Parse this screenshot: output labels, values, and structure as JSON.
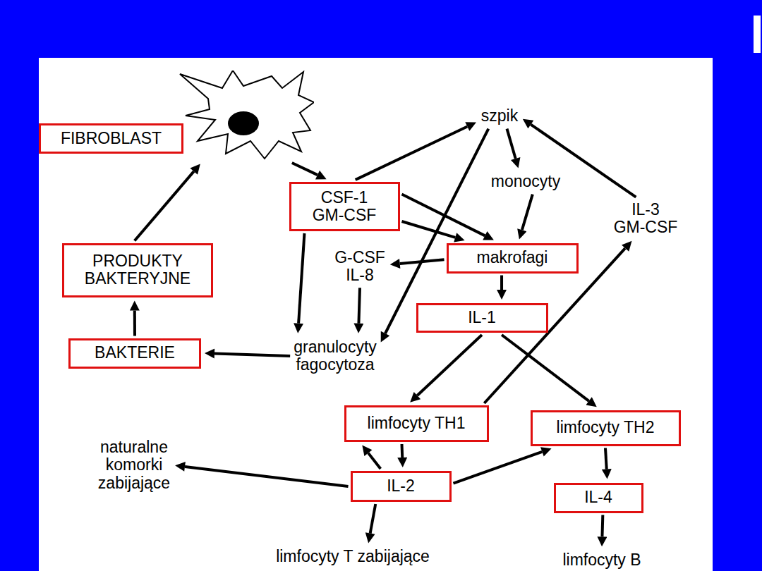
{
  "diagram": {
    "nodes": [
      {
        "text": [
          "FIBROBLAST"
        ]
      },
      {
        "text": [
          "szpik"
        ]
      },
      {
        "text": [
          "CSF-1 GM-CSF"
        ]
      },
      {
        "text": [
          "monocyty"
        ]
      },
      {
        "text": [
          "IL-3 GM-CSF"
        ]
      },
      {
        "text": [
          "PRODUKTY BAKTERYJNE"
        ]
      },
      {
        "text": [
          "G-CSF IL-8"
        ]
      },
      {
        "text": [
          "makrofagi"
        ]
      },
      {
        "text": [
          "IL-1"
        ]
      },
      {
        "text": [
          "BAKTERIE"
        ]
      },
      {
        "text": [
          "granulocyty fagocytoza"
        ]
      },
      {
        "text": [
          "limfocyty TH1"
        ]
      },
      {
        "text": [
          "limfocyty TH2"
        ]
      },
      {
        "text": [
          "naturalne komorki zabijające"
        ]
      },
      {
        "text": [
          "IL-2"
        ]
      },
      {
        "text": [
          "IL-4"
        ]
      },
      {
        "text": [
          "limfocyty T zabijające"
        ]
      },
      {
        "text": [
          "limfocyty B"
        ]
      }
    ],
    "edges": [
      {
        "from": 0,
        "to": 2,
        "arrow": "to"
      },
      {
        "from": 5,
        "to": 0,
        "arrow": "to"
      },
      {
        "from": 9,
        "to": 5,
        "arrow": "to"
      },
      {
        "from": 2,
        "to": 1,
        "arrow": "to"
      },
      {
        "from": 1,
        "to": 3,
        "arrow": "to"
      },
      {
        "from": 4,
        "to": 1,
        "arrow": "to"
      },
      {
        "from": 3,
        "to": 7,
        "arrow": "to"
      },
      {
        "from": 2,
        "to": 7,
        "arrow": "to"
      },
      {
        "from": 2,
        "to": 7,
        "arrow": "to"
      },
      {
        "from": 1,
        "to": 10,
        "arrow": "to"
      },
      {
        "from": 2,
        "to": 10,
        "arrow": "to"
      },
      {
        "from": 7,
        "to": 6,
        "arrow": "to"
      },
      {
        "from": 6,
        "to": 10,
        "arrow": "to"
      },
      {
        "from": 10,
        "to": 9,
        "arrow": "to"
      },
      {
        "from": 7,
        "to": 8,
        "arrow": "to"
      },
      {
        "from": 8,
        "to": 11,
        "arrow": "to"
      },
      {
        "from": 8,
        "to": 12,
        "arrow": "to"
      },
      {
        "from": 11,
        "to": 4,
        "arrow": "to"
      },
      {
        "from": 14,
        "to": 11,
        "arrow": "to"
      },
      {
        "from": 11,
        "to": 14,
        "arrow": "to"
      },
      {
        "from": 14,
        "to": 13,
        "arrow": "to"
      },
      {
        "from": 14,
        "to": 12,
        "arrow": "to"
      },
      {
        "from": 14,
        "to": 16,
        "arrow": "to"
      },
      {
        "from": 12,
        "to": 15,
        "arrow": "to"
      },
      {
        "from": 15,
        "to": 17,
        "arrow": "to"
      }
    ]
  }
}
